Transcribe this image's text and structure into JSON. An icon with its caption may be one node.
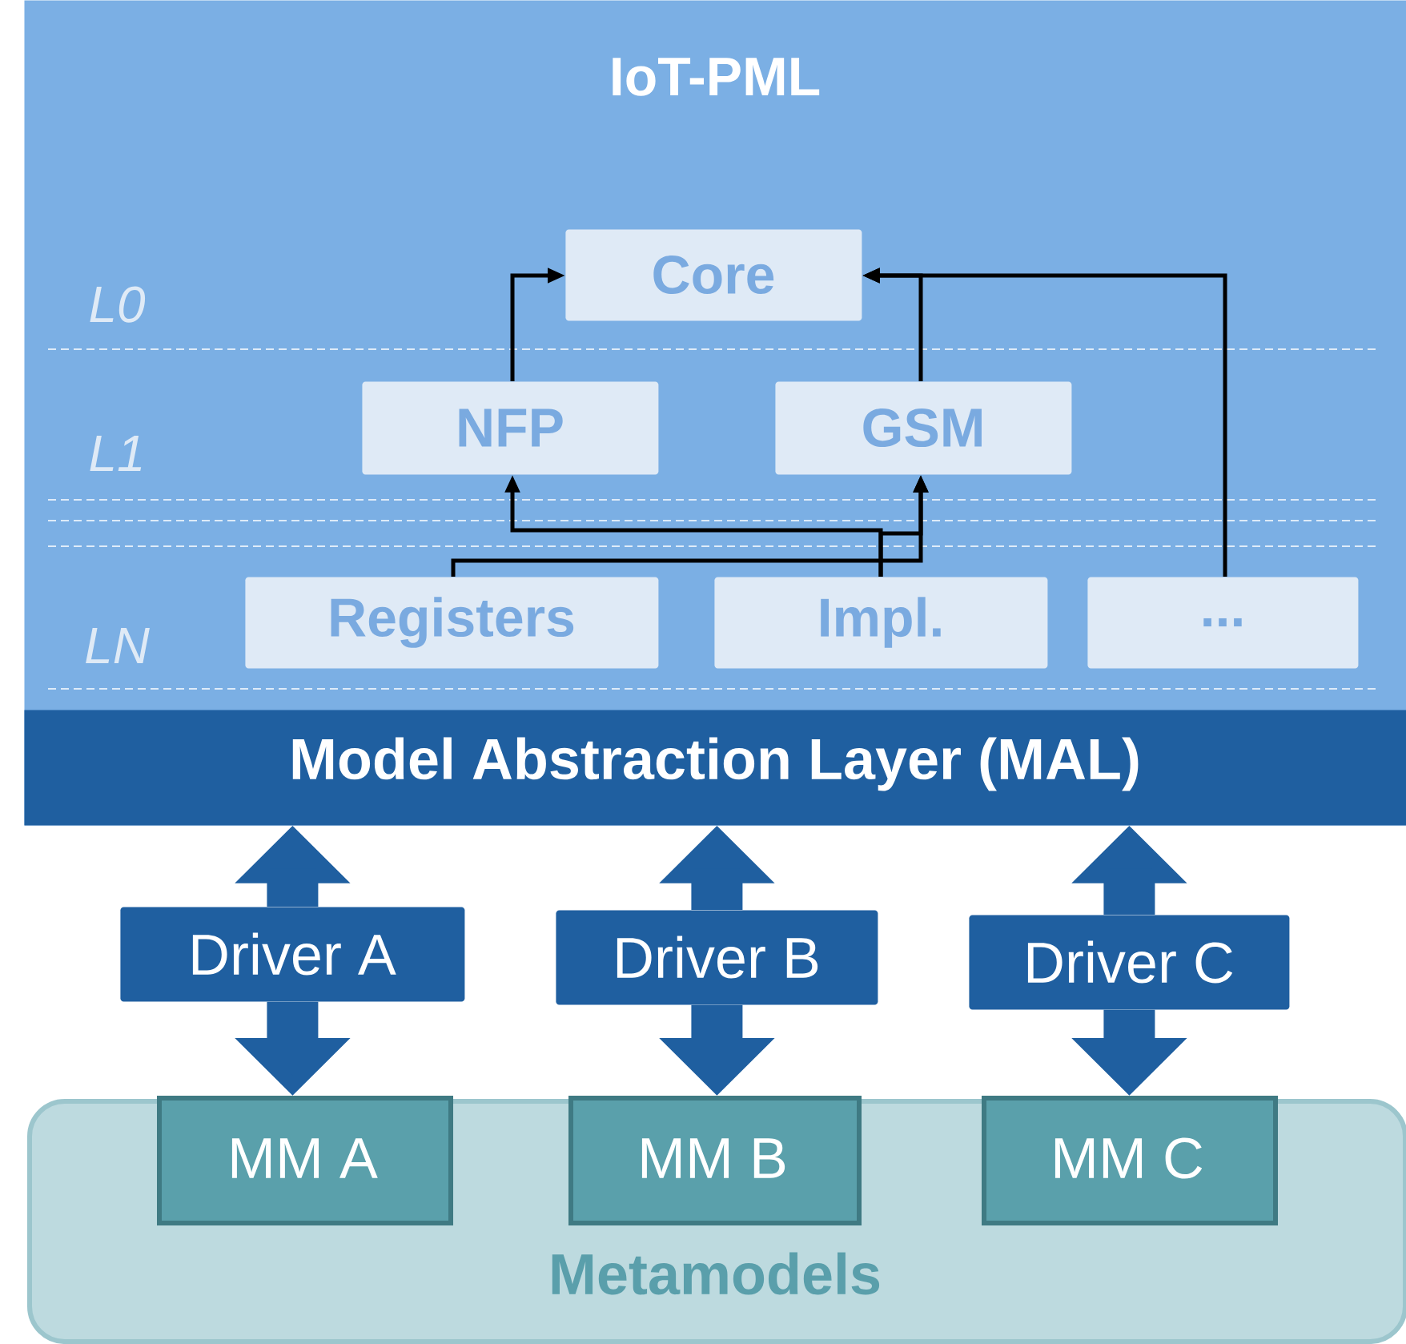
{
  "diagram": {
    "nodes": [
      {
        "text": [
          "IoT-PML"
        ]
      },
      {
        "text": [
          "Model Abstraction Layer (MAL)"
        ],
        "in": 0
      },
      {
        "text": [
          "Core"
        ],
        "in": 0
      },
      {
        "text": [
          "NFP"
        ],
        "in": 0
      },
      {
        "text": [
          "GSM"
        ],
        "in": 0
      },
      {
        "text": [
          "Registers"
        ],
        "in": 0
      },
      {
        "text": [
          "Impl."
        ],
        "in": 0
      },
      {
        "text": [
          "..."
        ],
        "in": 0
      },
      {
        "text": [
          "Driver A"
        ]
      },
      {
        "text": [
          "Driver B"
        ]
      },
      {
        "text": [
          "Driver C"
        ]
      },
      {
        "text": [
          "Metamodels"
        ]
      },
      {
        "text": [
          "MM A"
        ],
        "in": 11
      },
      {
        "text": [
          "MM B"
        ],
        "in": 11
      },
      {
        "text": [
          "MM C"
        ],
        "in": 11
      }
    ],
    "edges": [
      {
        "from": 3,
        "to": 2,
        "arrow": "to"
      },
      {
        "from": 4,
        "to": 2,
        "arrow": "to"
      },
      {
        "from": 7,
        "to": 2,
        "arrow": "to"
      },
      {
        "from": 5,
        "to": 4,
        "arrow": "to"
      },
      {
        "from": 6,
        "to": 3,
        "arrow": "to"
      },
      {
        "from": 6,
        "to": 4,
        "arrow": "to"
      },
      {
        "from": 8,
        "to": 1,
        "arrow": "to",
        "style": "thick",
        "color": "#1f5fa0"
      },
      {
        "from": 8,
        "to": 12,
        "arrow": "to",
        "style": "thick",
        "color": "#1f5fa0"
      },
      {
        "from": 9,
        "to": 1,
        "arrow": "to",
        "style": "thick",
        "color": "#1f5fa0"
      },
      {
        "from": 9,
        "to": 13,
        "arrow": "to",
        "style": "thick",
        "color": "#1f5fa0"
      },
      {
        "from": 10,
        "to": 1,
        "arrow": "to",
        "style": "thick",
        "color": "#1f5fa0"
      },
      {
        "from": 10,
        "to": 14,
        "arrow": "to",
        "style": "thick",
        "color": "#1f5fa0"
      }
    ],
    "labels": [
      "L0",
      "L1",
      "LN"
    ]
  }
}
